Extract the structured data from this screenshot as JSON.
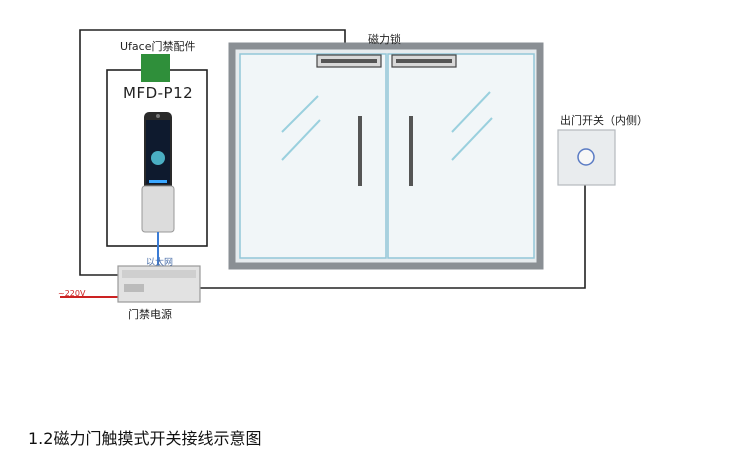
{
  "labels": {
    "uface_accessory": "Uface门禁配件",
    "device_model": "MFD-P12",
    "magnetic_lock": "磁力锁",
    "exit_switch": "出门开关（内侧）",
    "network": "以太网",
    "voltage": "~220V",
    "power_supply": "门禁电源"
  },
  "caption": "1.2磁力门触摸式开关接线示意图"
}
